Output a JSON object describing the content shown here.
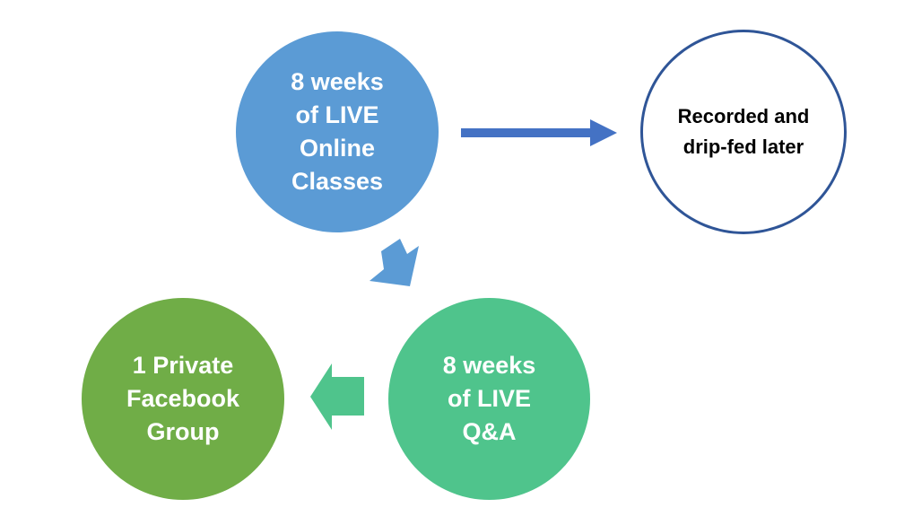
{
  "nodes": {
    "live_classes": {
      "label": "8 weeks\nof LIVE\nOnline\nClasses",
      "color": "#5b9bd5"
    },
    "recorded": {
      "label": "Recorded and\ndrip-fed later",
      "border_color": "#2f5597"
    },
    "live_qa": {
      "label": "8 weeks\nof LIVE\nQ&A",
      "color": "#4fc48c"
    },
    "facebook_group": {
      "label": "1 Private\nFacebook\nGroup",
      "color": "#70ad47"
    }
  },
  "arrows": [
    {
      "from": "live_classes",
      "to": "recorded",
      "color": "#4472c4"
    },
    {
      "from": "live_classes",
      "to": "live_qa",
      "color": "#5b9bd5"
    },
    {
      "from": "live_qa",
      "to": "facebook_group",
      "color": "#4fc48c"
    }
  ]
}
